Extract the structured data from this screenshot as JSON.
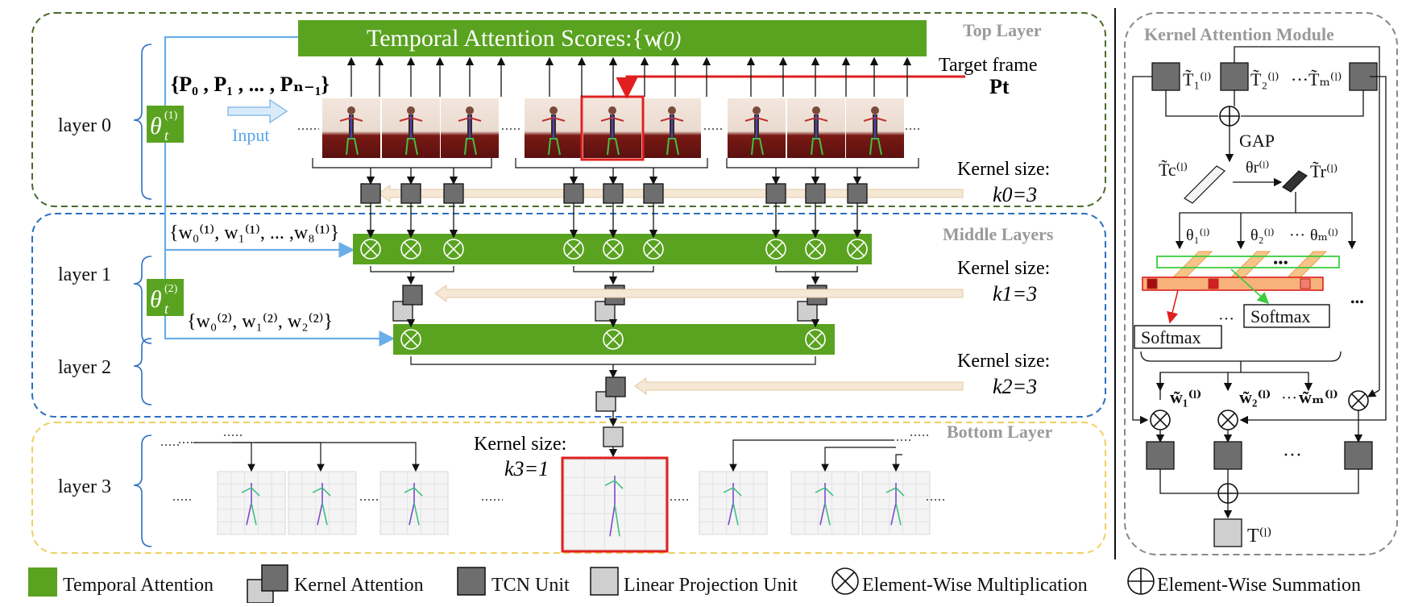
{
  "sections": {
    "top": "Top Layer",
    "middle": "Middle Layers",
    "bottom": "Bottom Layer",
    "kam": "Kernel Attention Module"
  },
  "layers": [
    "layer 0",
    "layer 1",
    "layer 2",
    "layer 3"
  ],
  "theta": {
    "t1": "θ",
    "t1_sup": "(1)",
    "t1_sub": "t",
    "t2": "θ",
    "t2_sup": "(2)",
    "t2_sub": "t"
  },
  "banner": {
    "text": "Temporal Attention Scores:{w",
    "tail": "}"
  },
  "input": {
    "set": "{P₀ , P₁ , ... , Pₙ₋₁}",
    "label": "Input"
  },
  "target": {
    "line1": "Target frame",
    "line2": "Pt"
  },
  "kernel": {
    "label": "Kernel size:",
    "k0": "k0=3",
    "k1": "k1=3",
    "k2": "k2=3",
    "k3": "k3=1"
  },
  "weights": {
    "layer1": "{w₀⁽¹⁾, w₁⁽¹⁾, ... ,w₈⁽¹⁾}",
    "layer2": "{w₀⁽²⁾, w₁⁽²⁾, w₂⁽²⁾}"
  },
  "kam": {
    "t1": "T̃₁⁽ˡ⁾",
    "t2": "T̃₂⁽ˡ⁾",
    "dots": "···",
    "tM": "T̃ₘ⁽ˡ⁾",
    "gap": "GAP",
    "tc": "T̃c⁽ˡ⁾",
    "thetar": "θr⁽ˡ⁾",
    "tr": "T̃r⁽ˡ⁾",
    "theta1": "θ₁⁽ˡ⁾",
    "theta2": "θ₂⁽ˡ⁾",
    "thetaM": "θₘ⁽ˡ⁾",
    "softmax": "Softmax",
    "w1": "w̃₁⁽ˡ⁾",
    "w2": "w̃₂⁽ˡ⁾",
    "wM": "w̃ₘ⁽ˡ⁾",
    "out": "T⁽ˡ⁾"
  },
  "legend": {
    "temporal": "Temporal Attention",
    "kernel": "Kernel Attention",
    "tcn": "TCN Unit",
    "linear": "Linear Projection Unit",
    "mult": "Element-Wise Multiplication",
    "sum": "Element-Wise Summation"
  },
  "colors": {
    "green": "#5aa321",
    "dark_unit": "#6e6e6e",
    "light_unit": "#cfcfcf",
    "blue_arrow": "#6aaee8",
    "red": "#e02020",
    "top_border": "#4a6a2a",
    "mid_border": "#2a6fc0",
    "bot_border": "#f0d060",
    "peach": "#f1dcc0"
  }
}
